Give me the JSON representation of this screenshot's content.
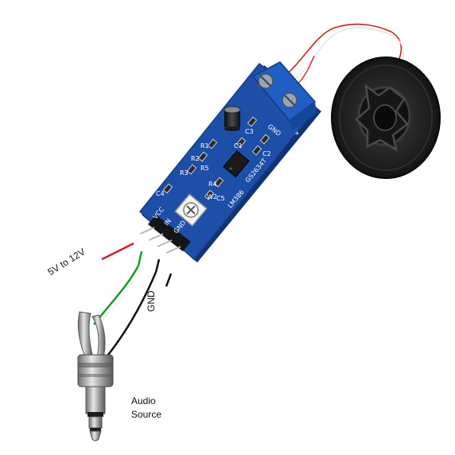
{
  "labels": {
    "power": "5V to 12V",
    "ground": "GND",
    "audio_line1": "Audio",
    "audio_line2": "Source"
  },
  "board": {
    "chip_marking": "GS2634T",
    "cap_c3": "C3",
    "cap_c1": "C1",
    "cap_c2": "C2",
    "cap_c4": "C4",
    "cap_c5": "C5",
    "res_r1": "R1",
    "res_r2": "R2",
    "res_r3": "R3",
    "res_r4": "R4",
    "res_r5": "R5",
    "terminal_gnd": "GND",
    "terminal_plus": "+",
    "pin_vcc": "VCC",
    "pin_in": "IN",
    "pin_gnd": "GND",
    "pot_mark": "W2",
    "board_name": "LM386"
  },
  "colors": {
    "pcb": "#1d4fa8",
    "terminal": "#1f5fc4",
    "wire_power": "#d42020",
    "wire_signal": "#1a9a2a",
    "wire_ground": "#111111",
    "speaker_body": "#1b1b1b"
  }
}
